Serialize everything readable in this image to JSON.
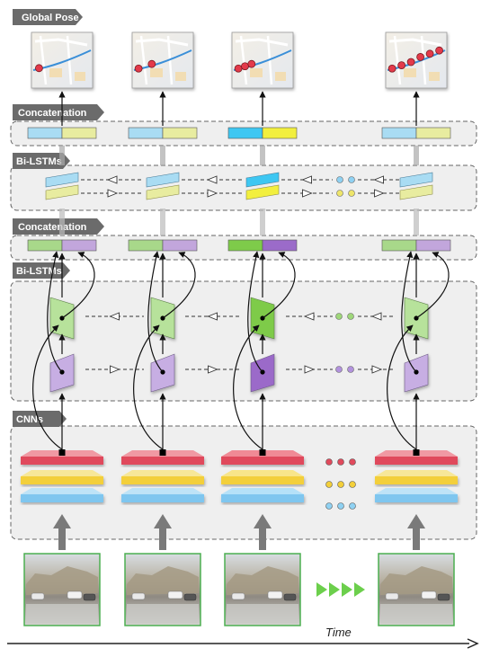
{
  "labels": {
    "global_pose": "Global Pose",
    "concat_top": "Concatenation",
    "bilstm_top": "Bi-LSTMs",
    "concat_mid": "Concatenation",
    "bilstm_mid": "Bi-LSTMs",
    "cnns": "CNNs",
    "time": "Time"
  },
  "colors": {
    "tag_bg": "#6b6b6b",
    "panel_bg": "#efefef",
    "panel_border": "#666666",
    "concat_blue": "#a9dcf3",
    "concat_yellow": "#e8eca0",
    "concat_blue_bold": "#3ec7f2",
    "concat_yellow_bold": "#f2ef3e",
    "concat_green": "#a8d88a",
    "concat_purple": "#c2a6dc",
    "concat_green_bold": "#7ecb4a",
    "concat_purple_bold": "#9b6bc9",
    "lstm_green": "#b7e29b",
    "lstm_purple": "#c7aee3",
    "cnn_red": "#e04a5c",
    "cnn_yellow": "#f3cf3a",
    "cnn_blue": "#7fc6ef",
    "map_path": "#3a8fd8",
    "pose_dot": "#e33a4a",
    "play_green": "#6ccf4c",
    "frame_border": "#4caf50"
  },
  "columns": [
    {
      "name": "t1",
      "pose_count": 1
    },
    {
      "name": "t2",
      "pose_count": 2
    },
    {
      "name": "t3",
      "pose_count": 3
    },
    {
      "name": "tn",
      "pose_count": 6
    }
  ]
}
